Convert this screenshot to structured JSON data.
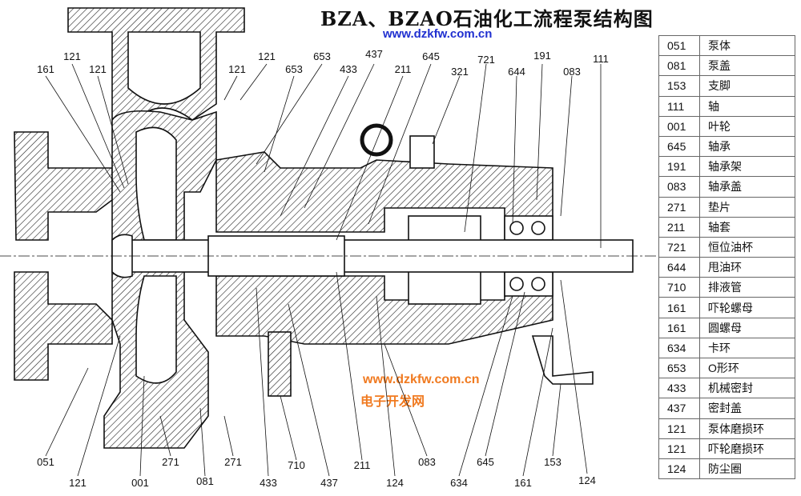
{
  "title": "BZA、BZAO石油化工流程泵结构图",
  "watermark": {
    "url": "www.dzkfw.com.cn",
    "site_name": "电子开发网"
  },
  "callouts_top": [
    "161",
    "121",
    "121",
    "121",
    "121",
    "653",
    "653",
    "433",
    "437",
    "211",
    "645",
    "321",
    "721",
    "644",
    "191",
    "083",
    "111"
  ],
  "callouts_bottom": [
    "051",
    "121",
    "001",
    "271",
    "081",
    "271",
    "433",
    "710",
    "437",
    "211",
    "083",
    "124",
    "634",
    "645",
    "161",
    "153",
    "124"
  ],
  "parts": [
    {
      "code": "051",
      "name": "泵体"
    },
    {
      "code": "081",
      "name": "泵盖"
    },
    {
      "code": "153",
      "name": "支脚"
    },
    {
      "code": "111",
      "name": "轴"
    },
    {
      "code": "001",
      "name": "叶轮"
    },
    {
      "code": "645",
      "name": "轴承"
    },
    {
      "code": "191",
      "name": "轴承架"
    },
    {
      "code": "083",
      "name": "轴承盖"
    },
    {
      "code": "271",
      "name": "垫片"
    },
    {
      "code": "211",
      "name": "轴套"
    },
    {
      "code": "721",
      "name": "恒位油杯"
    },
    {
      "code": "644",
      "name": "甩油环"
    },
    {
      "code": "710",
      "name": "排液管"
    },
    {
      "code": "161",
      "name": "吓轮螺母"
    },
    {
      "code": "161",
      "name": "圆螺母"
    },
    {
      "code": "634",
      "name": "卡环"
    },
    {
      "code": "653",
      "name": "O形环"
    },
    {
      "code": "433",
      "name": "机械密封"
    },
    {
      "code": "437",
      "name": "密封盖"
    },
    {
      "code": "121",
      "name": "泵体磨损环"
    },
    {
      "code": "121",
      "name": "吓轮磨损环"
    },
    {
      "code": "124",
      "name": "防尘圈"
    }
  ]
}
